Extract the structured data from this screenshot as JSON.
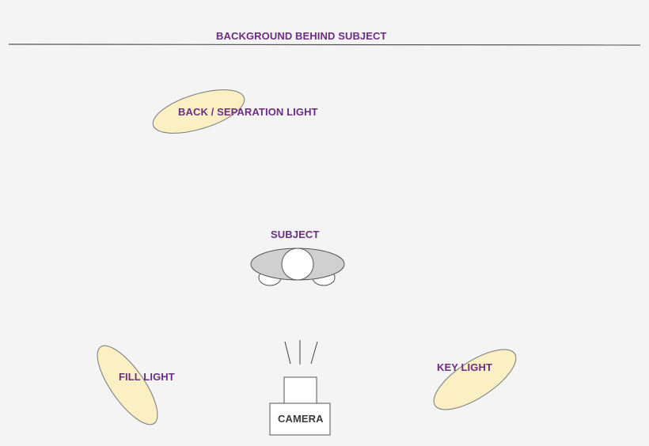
{
  "diagram": {
    "background_label": "BACKGROUND BEHIND SUBJECT",
    "back_light_label": "BACK / SEPARATION LIGHT",
    "subject_label": "SUBJECT",
    "fill_light_label": "FILL LIGHT",
    "key_light_label": "KEY LIGHT",
    "camera_label": "CAMERA"
  },
  "colors": {
    "label_text": "#6a2d82",
    "light_fill": "#fbf0c4",
    "subject_body": "#d0d0d0",
    "outline": "#555555"
  }
}
